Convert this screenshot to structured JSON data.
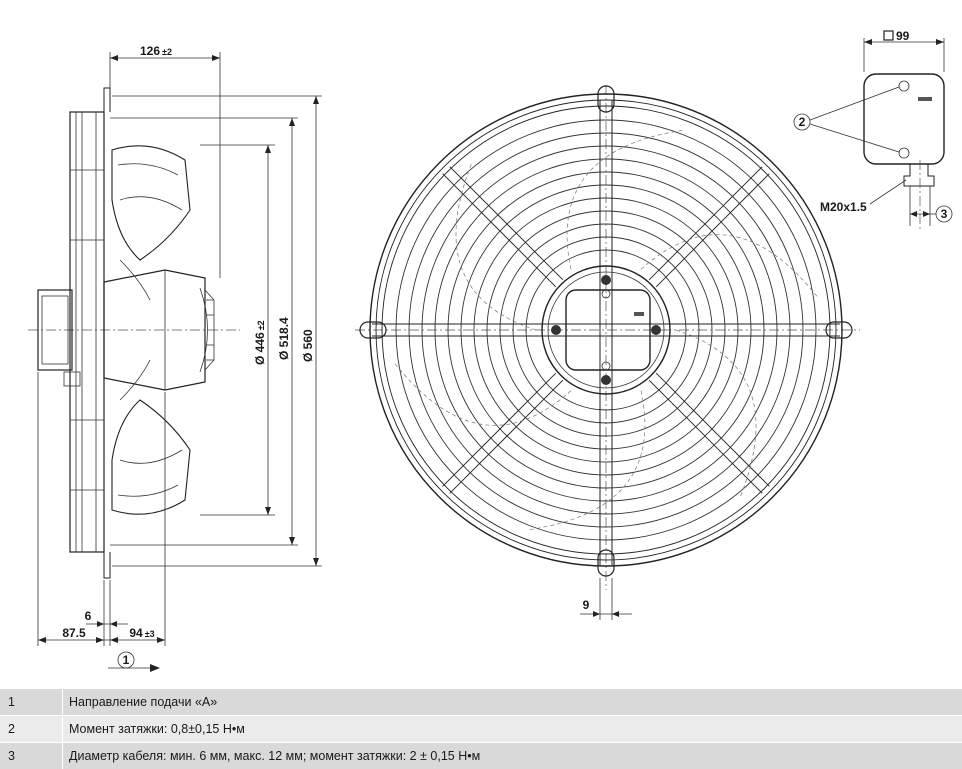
{
  "dimensions": {
    "top_width": {
      "value": "126",
      "tol": "±2"
    },
    "dia_446": {
      "value": "Ø 446",
      "tol": "±2"
    },
    "dia_518": {
      "value": "Ø 518.4"
    },
    "dia_560": {
      "value": "Ø 560"
    },
    "d_6": {
      "value": "6"
    },
    "d_87_5": {
      "value": "87.5"
    },
    "d_94": {
      "value": "94",
      "tol": "±3"
    },
    "d_9": {
      "value": "9"
    },
    "box_99": {
      "value": "99"
    },
    "thread": {
      "value": "M20x1.5"
    }
  },
  "callouts": {
    "c1": "1",
    "c2": "2",
    "c3": "3"
  },
  "legend": [
    {
      "num": "1",
      "text": "Направление подачи «A»"
    },
    {
      "num": "2",
      "text": "Момент затяжки: 0,8±0,15 Н•м"
    },
    {
      "num": "3",
      "text": "Диаметр кабеля: мин. 6 мм, макс. 12 мм; момент затяжки: 2 ± 0,15 Н•м"
    }
  ]
}
